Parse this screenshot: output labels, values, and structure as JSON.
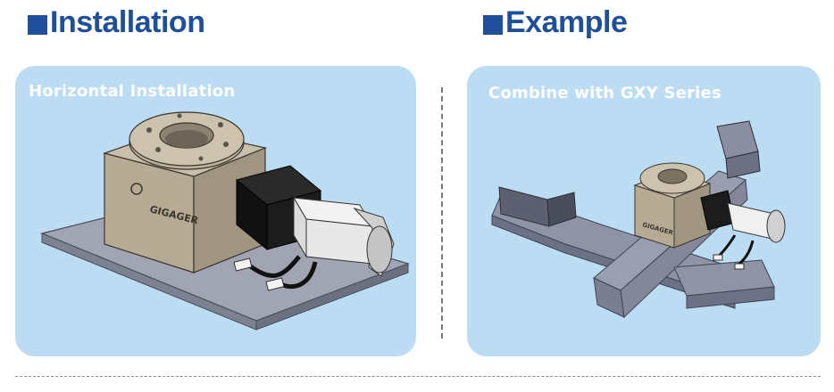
{
  "sections": {
    "installation": {
      "title": "Installation"
    },
    "example": {
      "title": "Example"
    }
  },
  "panels": {
    "left": {
      "caption": "Horizontal Installation",
      "brand": "GIGAGER"
    },
    "right": {
      "caption": "Combine with GXY Series",
      "brand": "GIGAGER"
    }
  },
  "colors": {
    "heading": "#1f4f9a",
    "panel_background": "#bcdcf3",
    "caption": "#ffffff",
    "stage_body": "#b7ab96",
    "motor": "#1a1a1a",
    "rail": "#8f93a6"
  }
}
